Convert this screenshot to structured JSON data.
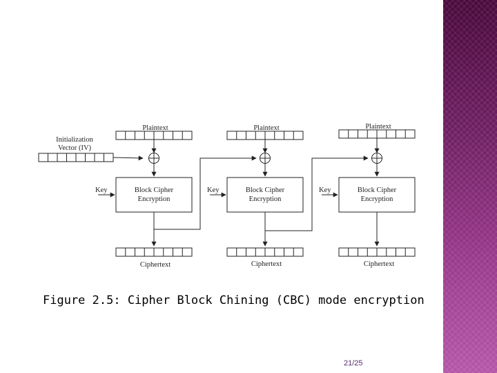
{
  "diagram": {
    "iv_label_line1": "Initialization",
    "iv_label_line2": "Vector (IV)",
    "stages": [
      {
        "plaintext": "Plaintext",
        "key": "Key",
        "cipher_line1": "Block Cipher",
        "cipher_line2": "Encryption",
        "ciphertext": "Ciphertext"
      },
      {
        "plaintext": "Plaintext",
        "key": "Key",
        "cipher_line1": "Block Cipher",
        "cipher_line2": "Encryption",
        "ciphertext": "Ciphertext"
      },
      {
        "plaintext": "Plaintext",
        "key": "Key",
        "cipher_line1": "Block Cipher",
        "cipher_line2": "Encryption",
        "ciphertext": "Ciphertext"
      }
    ]
  },
  "caption": "Figure 2.5: Cipher Block Chining (CBC) mode encryption",
  "page_number": "21/25",
  "colors": {
    "side_band_top": "#4a0a3c",
    "side_band_bottom": "#b456a8",
    "line": "#222222"
  }
}
